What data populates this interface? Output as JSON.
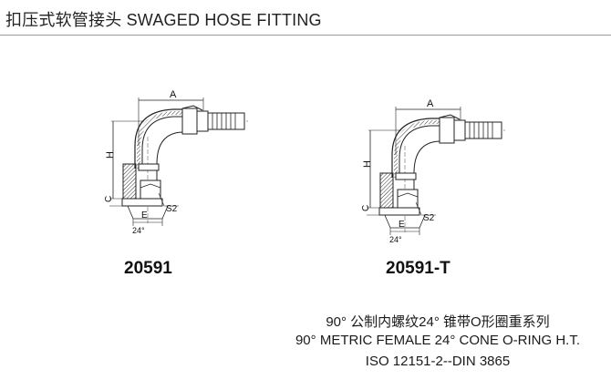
{
  "header": {
    "title": "扣压式软管接头 SWAGED HOSE FITTING"
  },
  "figures": [
    {
      "model": "20591",
      "dims": {
        "a": "A",
        "h": "H",
        "c": "C",
        "e": "E",
        "s2": "S2",
        "angle": "24°"
      }
    },
    {
      "model": "20591-T",
      "dims": {
        "a": "A",
        "h": "H",
        "c": "C",
        "e": "E",
        "s2": "S2",
        "angle": "24°"
      }
    }
  ],
  "description": {
    "line_cn": "90°  公制内螺纹24°  锥带O形圈重系列",
    "line_en": "90°  METRIC FEMALE 24°  CONE O-RING H.T.",
    "line_std": "ISO 12151-2--DIN 3865"
  }
}
